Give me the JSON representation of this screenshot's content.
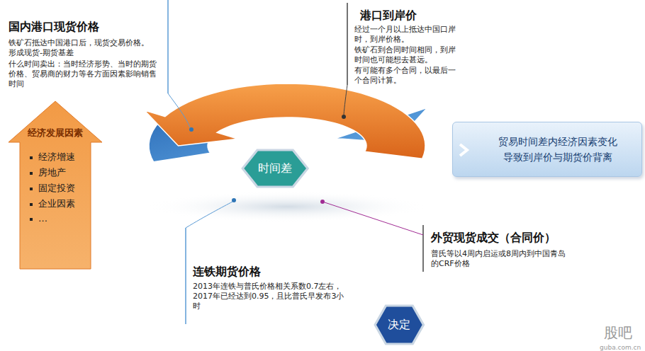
{
  "diagram": {
    "nodes": [
      {
        "text": [
          "经济发展因素",
          "经济增速",
          "房地产",
          "固定投资",
          "企业因素",
          "…"
        ]
      },
      {
        "text": [
          "时间差"
        ]
      },
      {
        "text": [
          "贸易时间差内经济因素变化 导致到岸价与期货价背离"
        ]
      },
      {
        "text": [
          "决定"
        ]
      }
    ],
    "labels": [
      "国内港口现货价格",
      "铁矿石抵达中国港口后，现货交易价格。形成现货-期货基差",
      "什么时间卖出：当时经济形势、当时的期货价格、贸易商的财力等各方面因素影响销售时间",
      "港口到岸价",
      "经过一个月以上抵达中国口岸时，到岸价格。",
      "铁矿石到合同时间相同，到岸时间也可能想去甚远。",
      "有可能有多个合同，以最后一个合同计算。",
      "外贸现货成交（合同价）",
      "普氏等以4周内启运或8周内到中国青岛的CRF价格",
      "连铁期货价格",
      "2013年连铁与普氏价格相关系数0.7左右，2017年已经达到0.95，且比普氏早发布3小时",
      "股吧",
      "guba.com.cn"
    ]
  }
}
